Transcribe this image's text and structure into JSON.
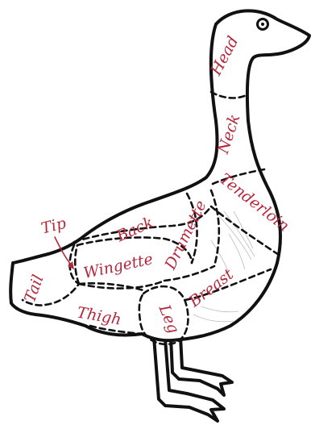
{
  "labels": {
    "head": "Head",
    "neck": "Neck",
    "tenderloin": "Tenderloin",
    "back": "Back",
    "drumette": "Drumette",
    "tip": "Tip",
    "wingette": "Wingette",
    "breast": "Breast",
    "tail": "Tail",
    "thigh": "Thigh",
    "leg": "Leg"
  },
  "colors": {
    "label": "#b5283a",
    "outline": "#111111",
    "background": "#ffffff"
  }
}
